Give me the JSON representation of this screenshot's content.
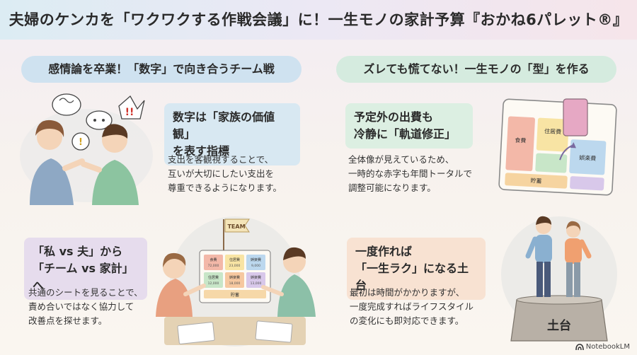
{
  "title": "夫婦のケンカを「ワクワクする作戦会議」に！一生モノの家計予算『おかね6パレット®』",
  "left_header": "感情論を卒業！「数字」で向き合うチーム戦",
  "right_header": "ズレても慌てない！一生モノの「型」を作る",
  "sections": [
    {
      "heading": [
        "数字は「家族の価値観」",
        "を表す指標"
      ],
      "body": [
        "支出を客観視することで、",
        "互いが大切にしたい支出を",
        "尊重できるようになります。"
      ]
    },
    {
      "heading": [
        "予定外の出費も",
        "冷静に「軌道修正」"
      ],
      "body": [
        "全体像が見えているため、",
        "一時的な赤字も年間トータルで",
        "調整可能になります。"
      ]
    },
    {
      "heading": [
        "「私 vs 夫」から",
        "「チーム vs 家計」へ"
      ],
      "body": [
        "共通のシートを見ることで、",
        "責め合いではなく協力して",
        "改善点を探せます。"
      ]
    },
    {
      "heading": [
        "一度作れば",
        "「一生ラク」になる土台"
      ],
      "body": [
        "最初は時間がかかりますが、",
        "一度完成すればライフスタイル",
        "の変化にも即対応できます。"
      ]
    }
  ],
  "illustrations": {
    "argument_symbols": "!!",
    "argument_question": "!",
    "team_flag": "TEAM",
    "team_board": [
      {
        "label": "食費",
        "amount": "72,000"
      },
      {
        "label": "住居費",
        "amount": "23,000"
      },
      {
        "label": "娯楽費",
        "amount": "9,000"
      },
      {
        "label": "住居費",
        "amount": "12,000"
      },
      {
        "label": "娯楽費",
        "amount": "18,000"
      },
      {
        "label": "娯楽費",
        "amount": "13,000"
      }
    ],
    "team_board_bottom": "貯蓄",
    "palette_labels": {
      "food": "食費",
      "housing": "住居費",
      "leisure": "娯楽費",
      "savings": "貯蓄"
    },
    "pedestal_label": "土台"
  },
  "brand": "NotebookLM",
  "colors": {
    "left_header_bg": "#cfe2f0",
    "right_header_bg": "#d5ebdf",
    "card1_bg": "#d8e8f2",
    "card2_bg": "#dcefe2",
    "card3_bg": "#e6dced",
    "card4_bg": "#f8e2d2"
  }
}
